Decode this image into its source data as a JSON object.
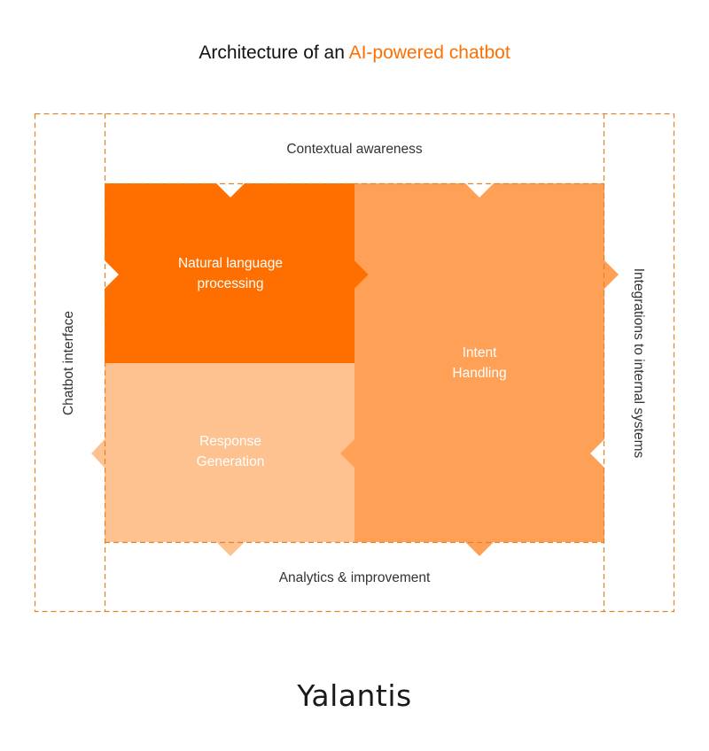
{
  "title": {
    "prefix": "Architecture of an ",
    "accent": "AI-powered chatbot"
  },
  "colors": {
    "accent": "#FF6F00",
    "nlp": "#FF6F00",
    "intent": "#FFA057",
    "response": "#FEC190",
    "dash": "#E0832A"
  },
  "layers": {
    "top": "Contextual awareness",
    "bottom": "Analytics & improvement",
    "left": "Chatbot interface",
    "right": "Integrations to internal systems"
  },
  "blocks": {
    "nlp": [
      "Natural language",
      "processing"
    ],
    "intent": [
      "Intent",
      "Handling"
    ],
    "response": [
      "Response",
      "Generation"
    ]
  },
  "logo": "Yalantis"
}
